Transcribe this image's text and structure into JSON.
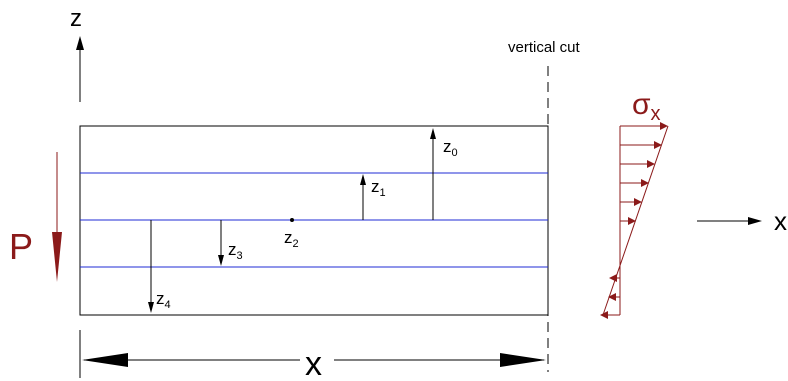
{
  "labels": {
    "z_axis": "z",
    "x_axis": "x",
    "vertical_cut": "vertical cut",
    "load": "P",
    "span": "x",
    "stress_symbol": "σ",
    "stress_sub": "x"
  },
  "levels": [
    {
      "name": "z",
      "sub": "0"
    },
    {
      "name": "z",
      "sub": "1"
    },
    {
      "name": "z",
      "sub": "2"
    },
    {
      "name": "z",
      "sub": "3"
    },
    {
      "name": "z",
      "sub": "4"
    }
  ],
  "colors": {
    "outline": "#000000",
    "layer_line": "#1f2bd6",
    "stress": "#8b1a1a"
  }
}
